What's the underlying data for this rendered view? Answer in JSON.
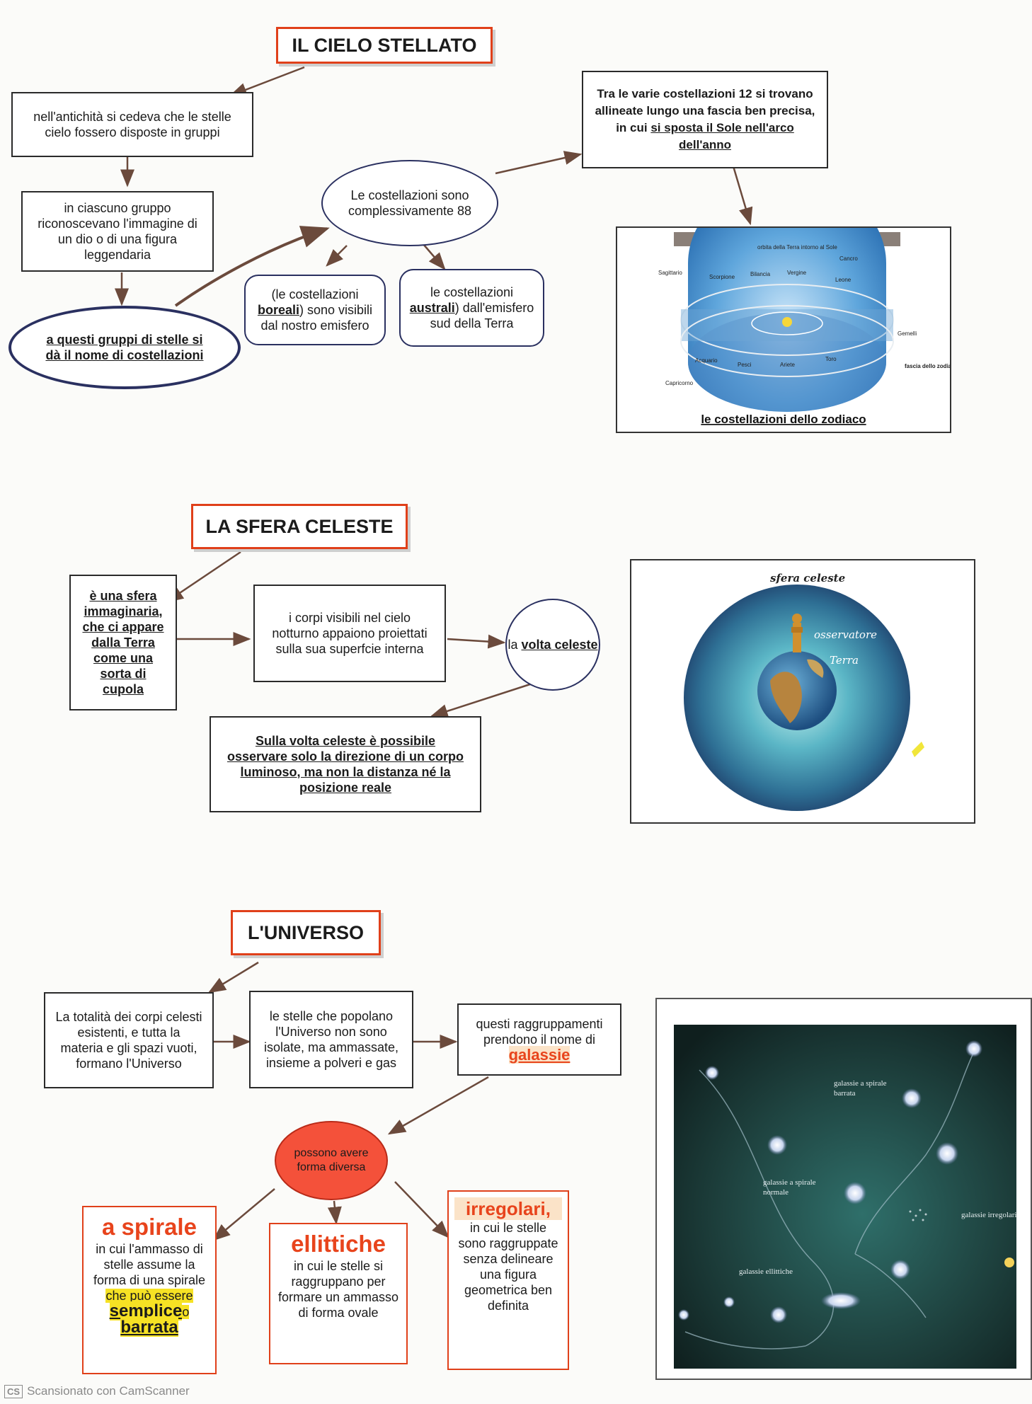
{
  "section1": {
    "title": "IL CIELO STELLATO",
    "antiquity": "nell'antichità si cedeva che le stelle cielo fossero disposte in gruppi",
    "each_group": "in ciascuno gruppo riconoscevano l'immagine di un dio o di una figura leggendaria",
    "name_given": "a questi gruppi di stelle si dà il nome di costellazioni",
    "count": "Le costellazioni sono complessivamente 88",
    "boreal_pre": "(le costellazioni",
    "boreal_word": "boreali",
    "boreal_post": ") sono visibili dal nostro emisfero",
    "austral_pre": "le costellazioni",
    "austral_word": "australi",
    "austral_post": ") dall'emisfero sud della Terra",
    "zodiac_text_a": "Tra le varie costellazioni 12 si trovano allineate lungo una fascia ben precisa, in cui",
    "zodiac_text_b": "si sposta il Sole nell'arco dell'anno",
    "zodiac_caption": "le costellazioni dello zodiaco",
    "zodiac_labels": {
      "orbit": "orbita della Terra intorno al Sole",
      "sagittario": "Sagittario",
      "scorpione": "Scorpione",
      "bilancia": "Bilancia",
      "vergine": "Vergine",
      "cancro": "Cancro",
      "leone": "Leone",
      "gemelli": "Gemelli",
      "acquario": "Acquario",
      "pesci": "Pesci",
      "ariete": "Ariete",
      "toro": "Toro",
      "capricorno": "Capricorno",
      "fascia": "fascia dello zodiaco"
    }
  },
  "section2": {
    "title": "LA SFERA CELESTE",
    "imaginary": "è una sfera immaginaria, che ci appare dalla Terra come una sorta di cupola",
    "bodies": "i corpi visibili nel cielo notturno appaiono proiettati sulla sua superfcie interna",
    "vault_pre": "la",
    "vault_word": "volta celeste",
    "observe": "Sulla volta celeste è possibile osservare solo la direzione di un corpo luminoso, ma non la distanza né la posizione reale",
    "img_labels": {
      "sfera": "sfera celeste",
      "osservatore": "osservatore",
      "terra": "Terra"
    }
  },
  "section3": {
    "title": "L'UNIVERSO",
    "totality": "La totalità dei corpi celesti esistenti, e tutta la materia e gli spazi vuoti, formano l'Universo",
    "stars": "le stelle che popolano l'Universo non sono isolate, ma ammassate, insieme a polveri e gas",
    "groupings_a": "questi raggruppamenti prendono il nome di",
    "groupings_word": "galassie",
    "forms": "possono avere forma diversa",
    "spiral_title": "a spirale",
    "spiral_text_a": "in cui l'ammasso di stelle assume la forma di una spirale",
    "spiral_text_hl": "che può essere",
    "spiral_semplice": "semplice",
    "spiral_o": "o",
    "spiral_barrata": "barrata",
    "elliptic_title": "ellittiche",
    "elliptic_text": "in cui le stelle si raggruppano per formare un ammasso di forma ovale",
    "irregular_title": "irregolari,",
    "irregular_text": "in cui le stelle sono raggruppate senza delineare una figura geometrica ben definita",
    "img_labels": {
      "barred": "galassie a spirale barrata",
      "normal": "galassie a spirale normale",
      "irregular": "galassie irregolari",
      "elliptic": "galassie ellittiche"
    }
  },
  "footer": {
    "logo": "CS",
    "text": "Scansionato con CamScanner"
  }
}
